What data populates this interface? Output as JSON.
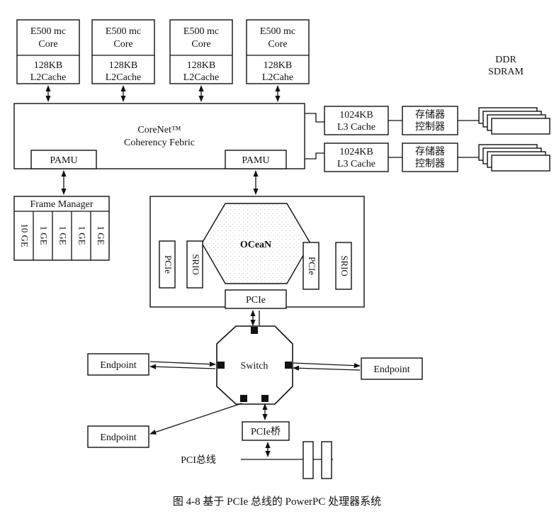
{
  "cores": [
    {
      "core": "E500 mc",
      "core2": "Core",
      "cache": "128KB",
      "cache2": "L2Cache"
    },
    {
      "core": "E500 mc",
      "core2": "Core",
      "cache": "128KB",
      "cache2": "L2Cache"
    },
    {
      "core": "E500 mc",
      "core2": "Core",
      "cache": "128KB",
      "cache2": "L2Cache"
    },
    {
      "core": "E500 mc",
      "core2": "Core",
      "cache": "128KB",
      "cache2": "L2Cahe"
    }
  ],
  "ddr": {
    "line1": "DDR",
    "line2": "SDRAM"
  },
  "corenet": {
    "line1": "CoreNet™",
    "line2": "Coherency Febric"
  },
  "pamu": {
    "left": "PAMU",
    "right": "PAMU"
  },
  "l3": [
    {
      "line1": "1024KB",
      "line2": "L3 Cache"
    },
    {
      "line1": "1024KB",
      "line2": "L3 Cache"
    }
  ],
  "memctrl": [
    {
      "line1": "存储器",
      "line2": "控制器"
    },
    {
      "line1": "存储器",
      "line2": "控制器"
    }
  ],
  "frame_manager": {
    "title": "Frame Manager",
    "ports": [
      "10 GE",
      "1 GE",
      "1 GE",
      "1 GE",
      "1 GE"
    ]
  },
  "ocean": {
    "label": "OCeaN",
    "pcie_left": "PCIe",
    "srio_left": "SRIO",
    "pcie_right": "PCIe",
    "srio_right": "SRIO",
    "pcie_bottom": "PCIe"
  },
  "switch": {
    "label": "Switch"
  },
  "endpoints": {
    "left": "Endpoint",
    "right": "Endpoint",
    "bottom": "Endpoint"
  },
  "pcie_bridge": "PCIe桥",
  "pci_bus": "PCI总线",
  "caption": "图 4-8   基于 PCIe 总线的 PowerPC 处理器系统"
}
